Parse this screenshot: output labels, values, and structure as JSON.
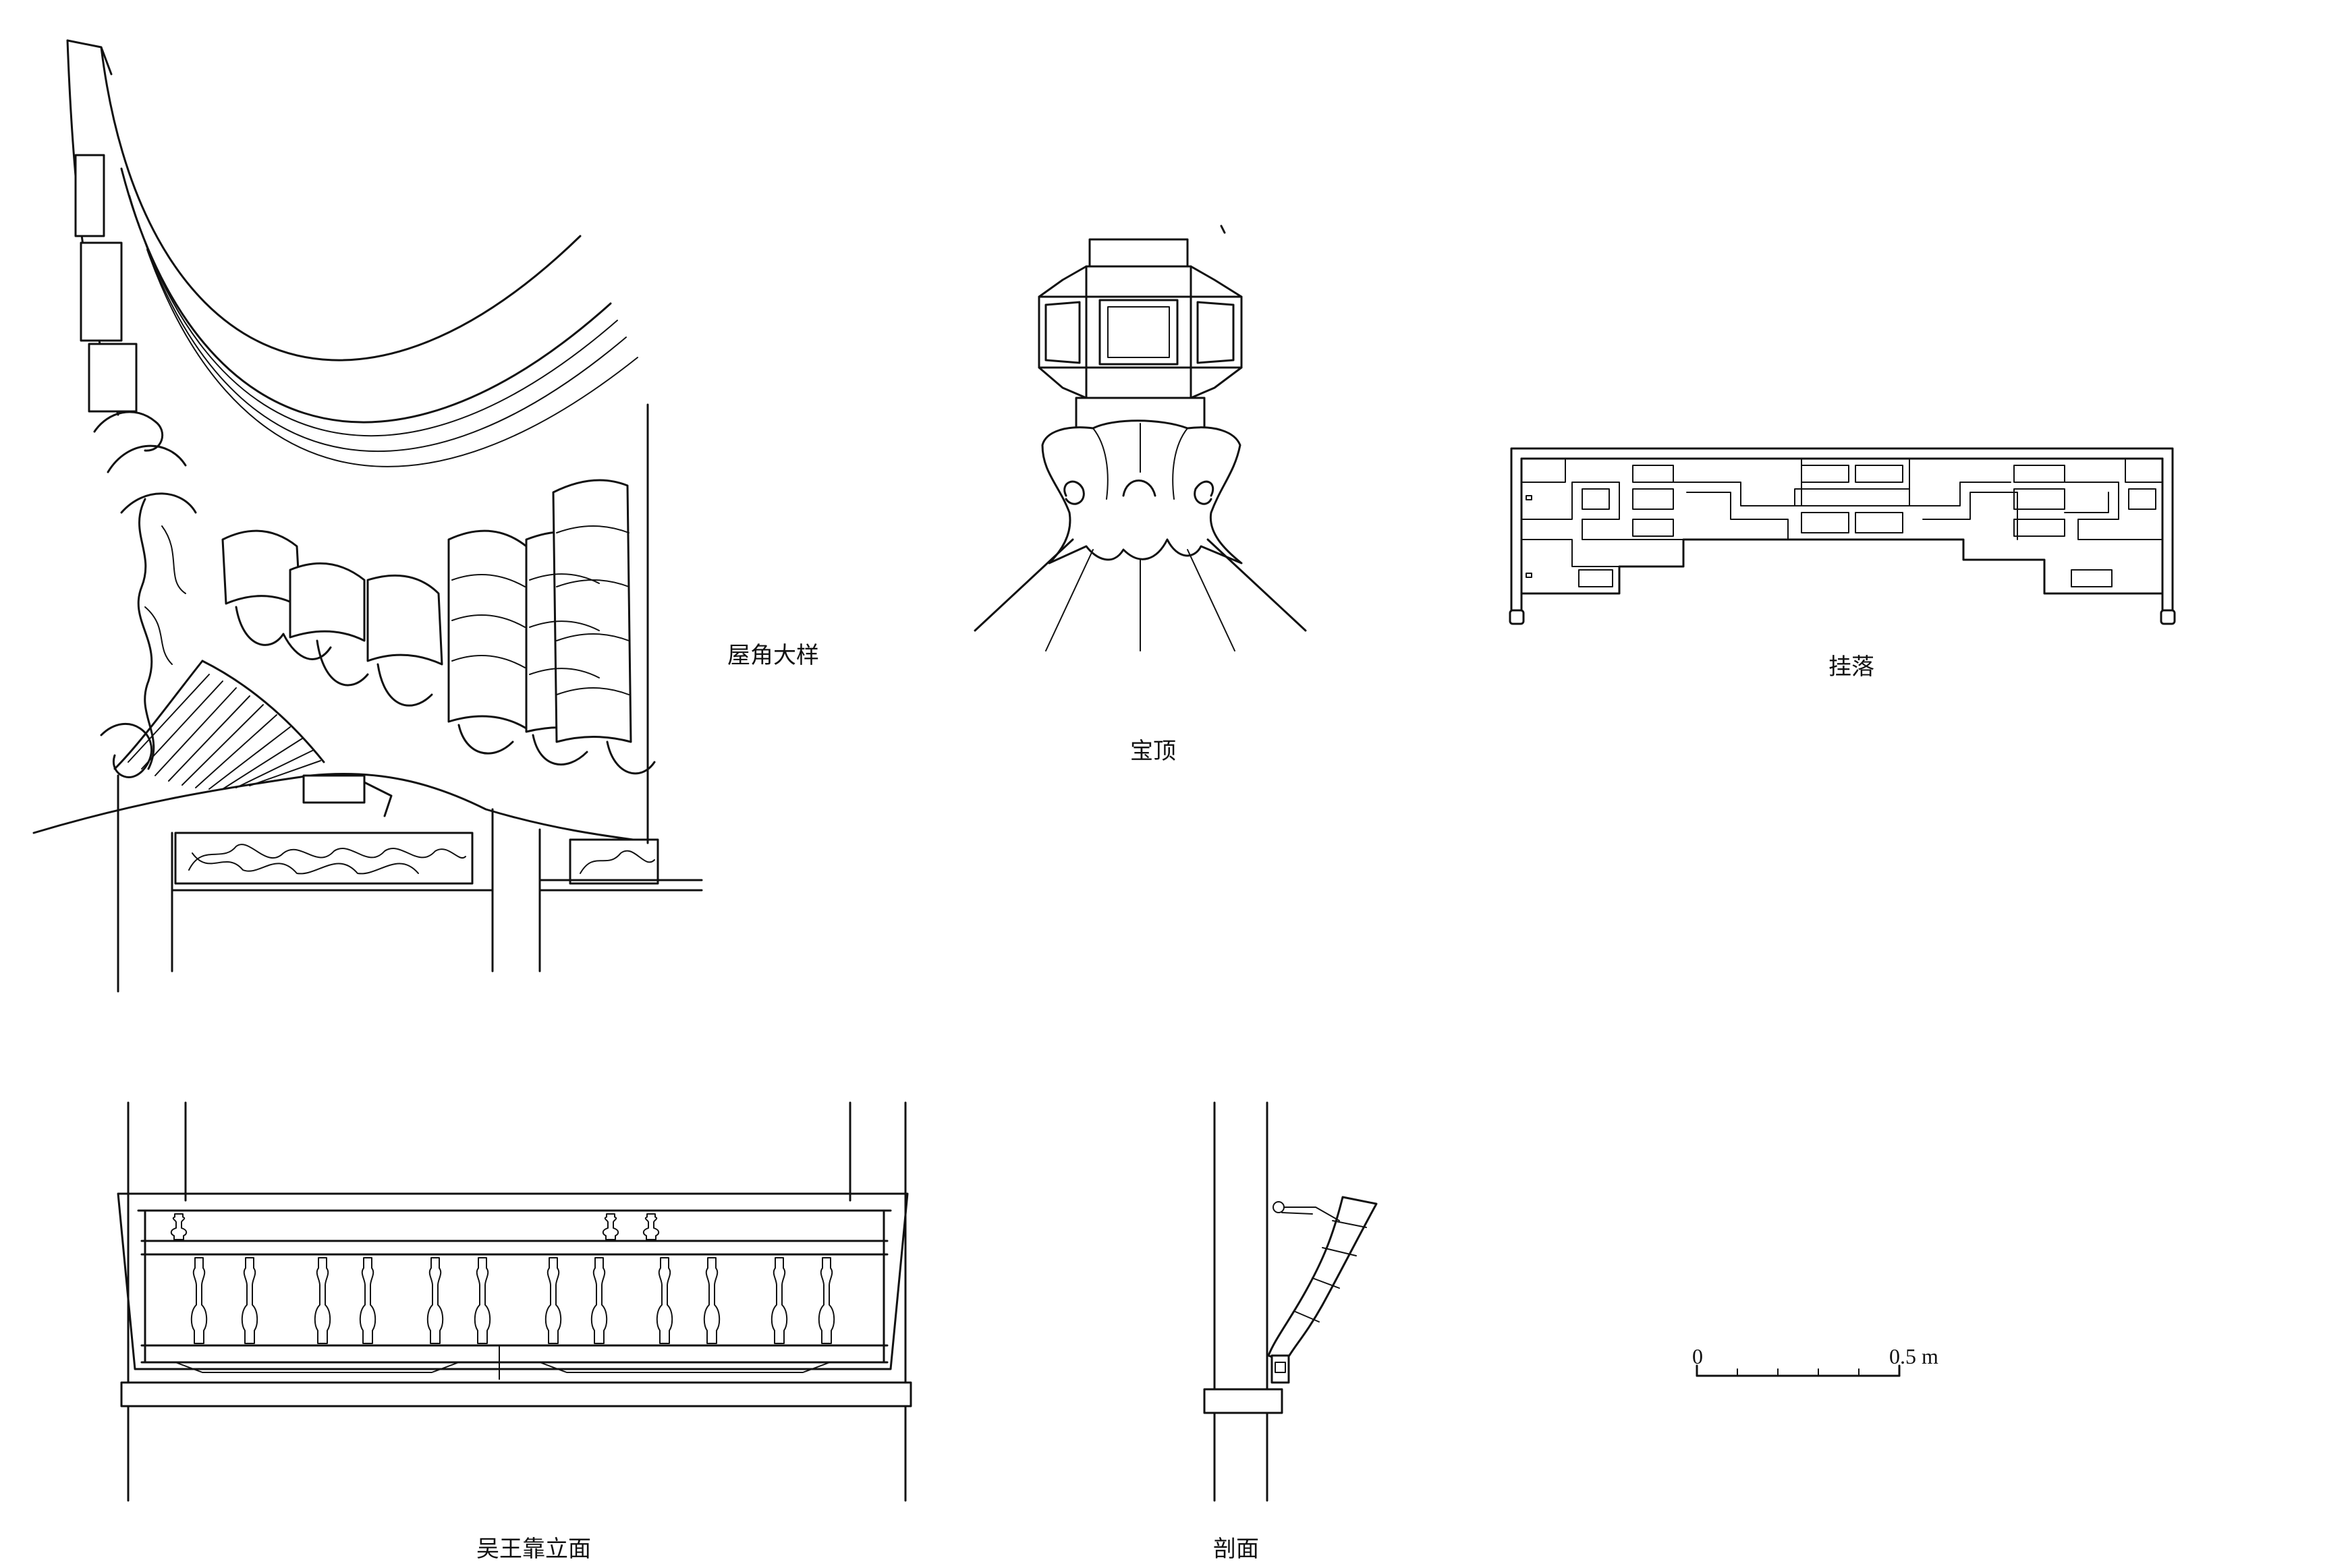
{
  "captions": {
    "roof_corner": "屋角大样",
    "finial": "宝顶",
    "hanging_frame": "挂落",
    "railing_elevation": "吴王靠立面",
    "section": "剖面"
  },
  "scale_bar": {
    "start_label": "0",
    "end_label": "0.5 m"
  }
}
